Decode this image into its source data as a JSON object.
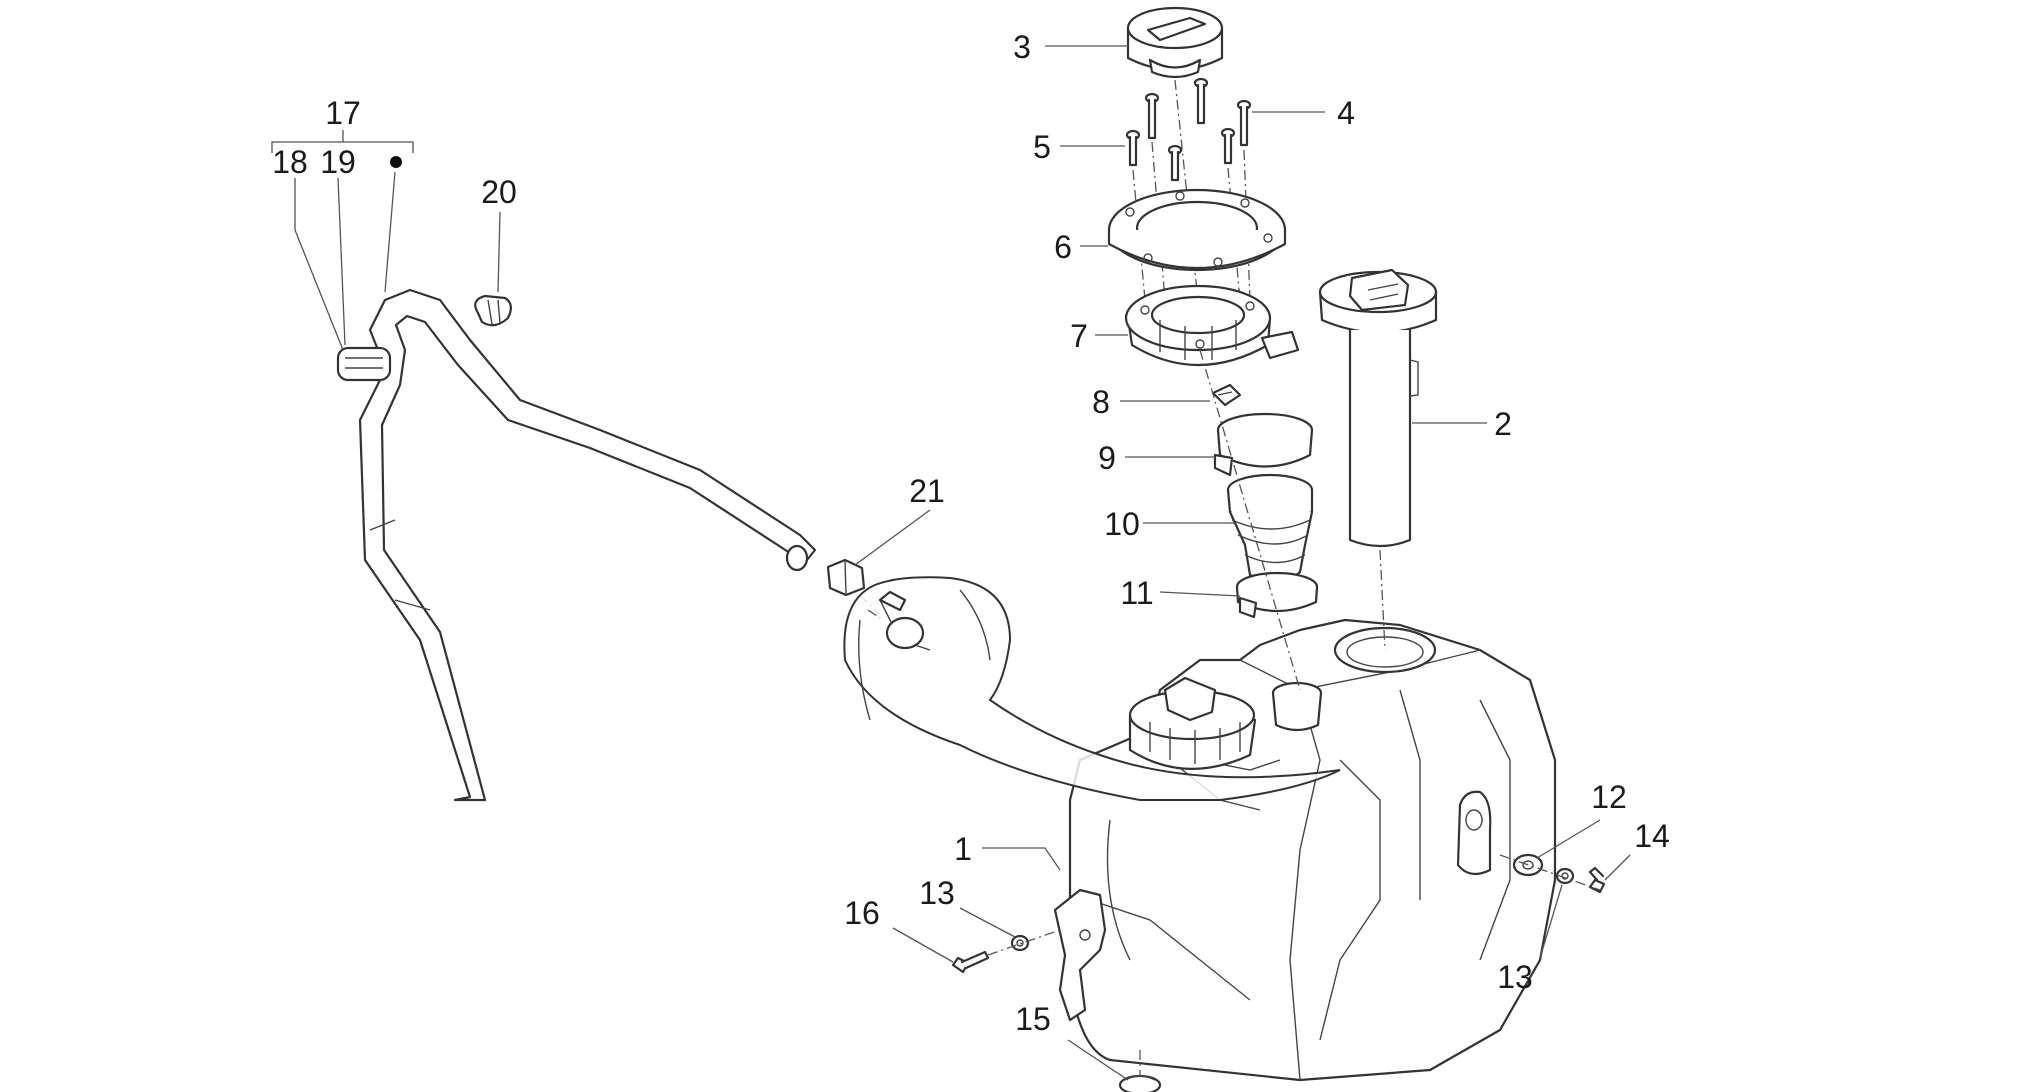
{
  "labels": {
    "l1": "1",
    "l2": "2",
    "l3": "3",
    "l4": "4",
    "l5": "5",
    "l6": "6",
    "l7": "7",
    "l8": "8",
    "l9": "9",
    "l10": "10",
    "l11": "11",
    "l12": "12",
    "l13a": "13",
    "l13b": "13",
    "l14": "14",
    "l15": "15",
    "l16": "16",
    "l17": "17",
    "l18": "18",
    "l19": "19",
    "l20": "20",
    "l21": "21"
  },
  "colors": {
    "line": "#333333",
    "text": "#1a1a1a",
    "background": "#ffffff"
  }
}
